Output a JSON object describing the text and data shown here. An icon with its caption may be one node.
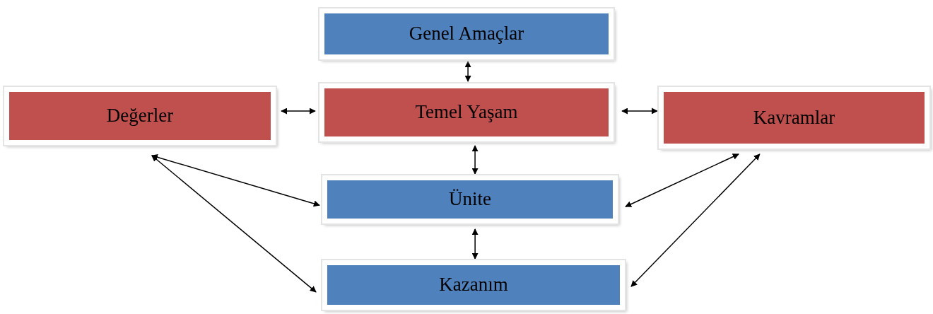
{
  "diagram": {
    "nodes": [
      {
        "text": [
          "Genel Amaçlar"
        ]
      },
      {
        "text": [
          "Değerler"
        ]
      },
      {
        "text": [
          "Temel Yaşam"
        ]
      },
      {
        "text": [
          "Kavramlar"
        ]
      },
      {
        "text": [
          "Ünite"
        ]
      },
      {
        "text": [
          "Kazanım"
        ]
      }
    ],
    "edges": [
      {
        "from": 0,
        "to": 2,
        "arrow": "both"
      },
      {
        "from": 1,
        "to": 2,
        "arrow": "both"
      },
      {
        "from": 2,
        "to": 3,
        "arrow": "both"
      },
      {
        "from": 2,
        "to": 4,
        "arrow": "both"
      },
      {
        "from": 4,
        "to": 5,
        "arrow": "both"
      },
      {
        "from": 1,
        "to": 4,
        "arrow": "both"
      },
      {
        "from": 1,
        "to": 5,
        "arrow": "both"
      },
      {
        "from": 3,
        "to": 4,
        "arrow": "both"
      },
      {
        "from": 3,
        "to": 5,
        "arrow": "both"
      }
    ]
  }
}
